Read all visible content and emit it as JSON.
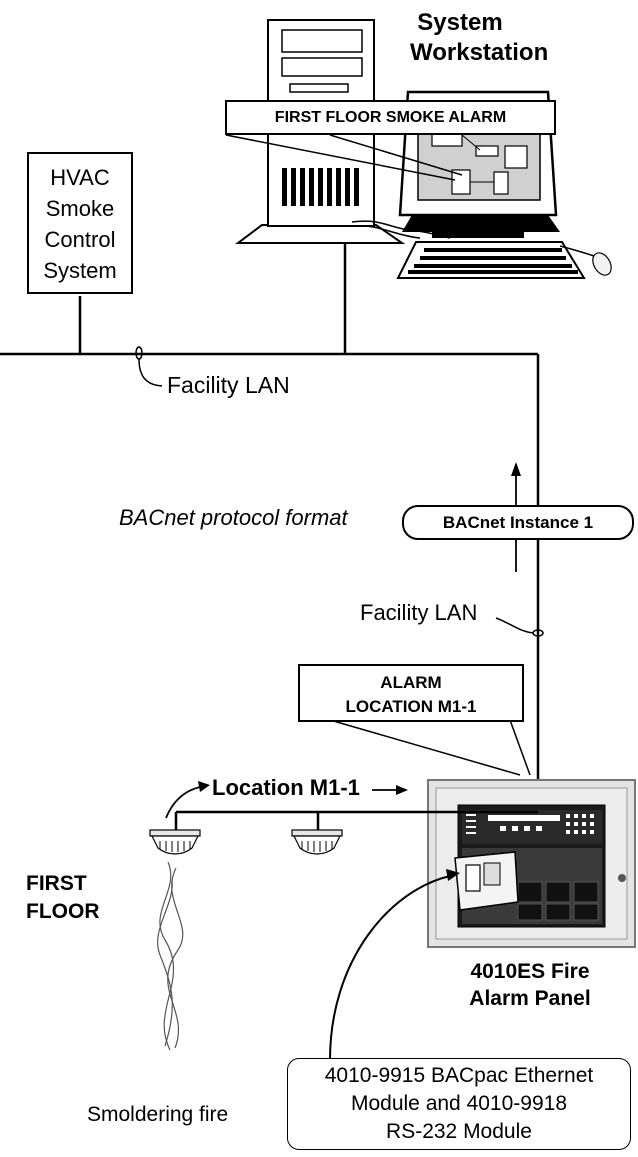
{
  "workstation": {
    "label_line1": "System",
    "label_line2": "Workstation"
  },
  "screen_message": "FIRST FLOOR SMOKE ALARM",
  "hvac": {
    "line1": "HVAC",
    "line2": "Smoke",
    "line3": "Control",
    "line4": "System"
  },
  "lan_label_top": "Facility LAN",
  "protocol": {
    "format_label": "BACnet protocol format",
    "instance_label": "BACnet Instance 1"
  },
  "lan_label_mid": "Facility LAN",
  "alarm_callout": {
    "line1": "ALARM",
    "line2": "LOCATION M1-1"
  },
  "location_label": "Location M1-1",
  "floor_label": {
    "line1": "FIRST",
    "line2": "FLOOR"
  },
  "panel_label": {
    "line1": "4010ES Fire",
    "line2": "Alarm Panel"
  },
  "module_callout": {
    "line1": "4010-9915 BACpac Ethernet",
    "line2": "Module and 4010-9918",
    "line3": "RS-232 Module"
  },
  "fire_label": "Smoldering fire",
  "colors": {
    "line": "#000000",
    "panel_face": "#e4e4e4",
    "panel_dark": "#1a1a1a"
  }
}
